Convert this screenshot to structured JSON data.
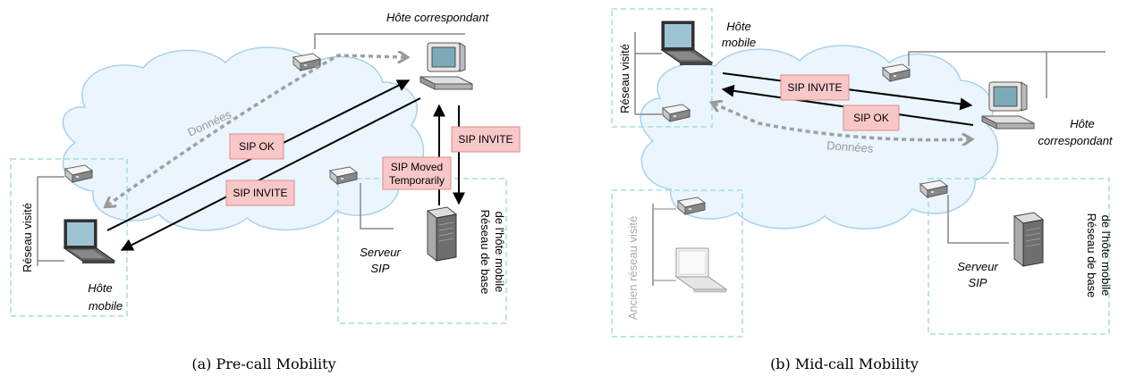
{
  "panel_a": {
    "caption": "(a) Pre-call Mobility",
    "host_correspondent": "Hôte correspondant",
    "visited_network": "Réseau visité",
    "mobile_host_line1": "Hôte",
    "mobile_host_line2": "mobile",
    "sip_server_line1": "Serveur",
    "sip_server_line2": "SIP",
    "home_network_line1": "Réseau de base",
    "home_network_line2": "de l'hôte mobile",
    "data_label": "Données",
    "msg_sip_ok": "SIP OK",
    "msg_sip_invite_left": "SIP INVITE",
    "msg_sip_invite_right": "SIP INVITE",
    "msg_moved_line1": "SIP Moved",
    "msg_moved_line2": "Temporarily"
  },
  "panel_b": {
    "caption": "(b) Mid-call Mobility",
    "mobile_host_line1": "Hôte",
    "mobile_host_line2": "mobile",
    "visited_network": "Réseau visité",
    "host_correspondent_line1": "Hôte",
    "host_correspondent_line2": "correspondant",
    "old_visited_network": "Ancien réseau visité",
    "sip_server_line1": "Serveur",
    "sip_server_line2": "SIP",
    "home_network_line1": "Réseau de base",
    "home_network_line2": "de l'hôte mobile",
    "data_label": "Données",
    "msg_sip_invite": "SIP INVITE",
    "msg_sip_ok": "SIP OK"
  },
  "colors": {
    "cloud_fill": "#eaf5fd",
    "cloud_stroke": "#a9d1ef",
    "dashed_box": "#a8dcdc",
    "msg_box_fill": "#f8c8c8",
    "msg_box_stroke": "#e08a8a",
    "data_arrow": "#a0a0a0"
  }
}
